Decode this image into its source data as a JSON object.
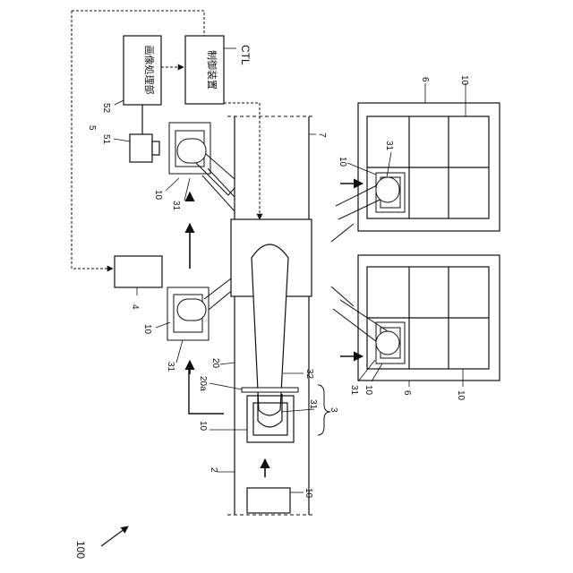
{
  "figure": {
    "ref_main": "100",
    "ref_conveyor": "2",
    "ref_robot": "3",
    "ref_robot_base": "20",
    "ref_guide": "20a",
    "ref_arm": "32",
    "ref_hand": "31",
    "ref_controller_box": "4",
    "ref_camera_assembly": "5",
    "ref_camera": "51",
    "ref_image_processor": "52",
    "ref_rack": "6",
    "ref_line": "7",
    "ref_workpiece": "10",
    "ref_ctl": "CTL",
    "image_processor_label": "画像処理部",
    "control_device_label": "制御装置"
  }
}
